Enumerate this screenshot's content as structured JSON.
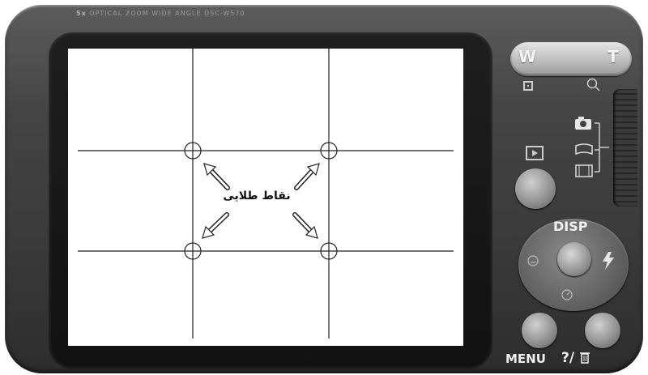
{
  "camera": {
    "top_text": {
      "brand": "5x",
      "line": "OPTICAL ZOOM  WIDE ANGLE  DSC-W570"
    },
    "zoom": {
      "wide": "W",
      "tele": "T"
    },
    "buttons": {
      "disp": "DISP",
      "menu": "MENU",
      "help_delete": "?/"
    },
    "mode_icons": [
      "camera-icon",
      "panorama-icon",
      "movie-icon"
    ],
    "colors": {
      "body": "#444444",
      "bezel": "#151515",
      "screen": "#ffffff",
      "grid": "#222222"
    }
  },
  "screen": {
    "label": "نقاط طلایی",
    "intersections": 4
  }
}
